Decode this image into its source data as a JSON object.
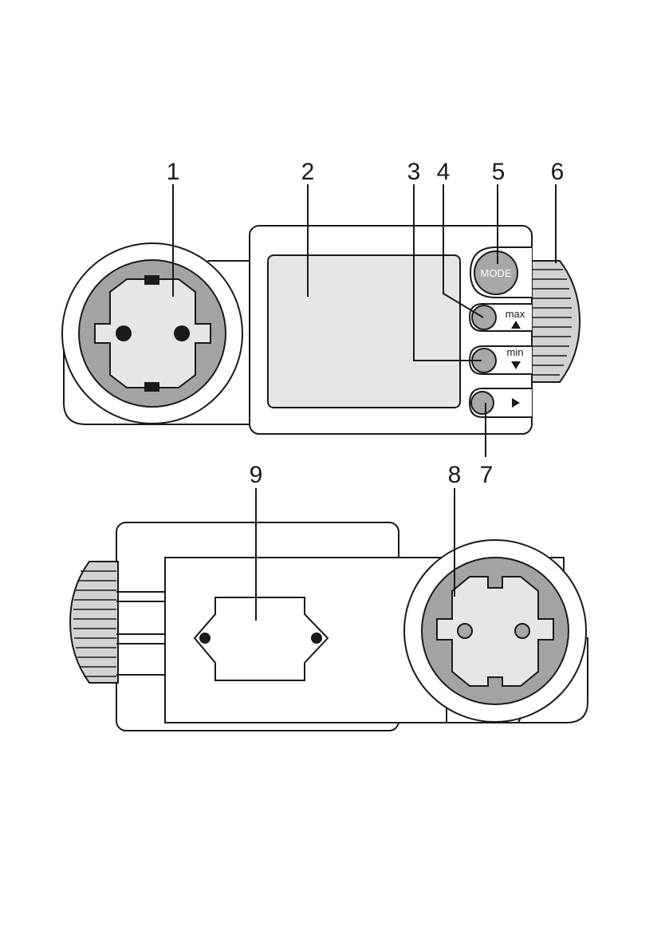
{
  "callouts": [
    "1",
    "2",
    "3",
    "4",
    "5",
    "6",
    "7",
    "8",
    "9"
  ],
  "buttons": {
    "mode": "MODE",
    "max": "max",
    "min": "min"
  },
  "colors": {
    "line": "#1a1a1a",
    "ring": "#a3a3a3",
    "face": "#e6e6e6",
    "button": "#a8a8a8",
    "knob": "#d2d2d2",
    "panel": "#ffffff"
  },
  "icons": {
    "up": "triangle-up-icon",
    "down": "triangle-down-icon",
    "play": "play-icon"
  }
}
